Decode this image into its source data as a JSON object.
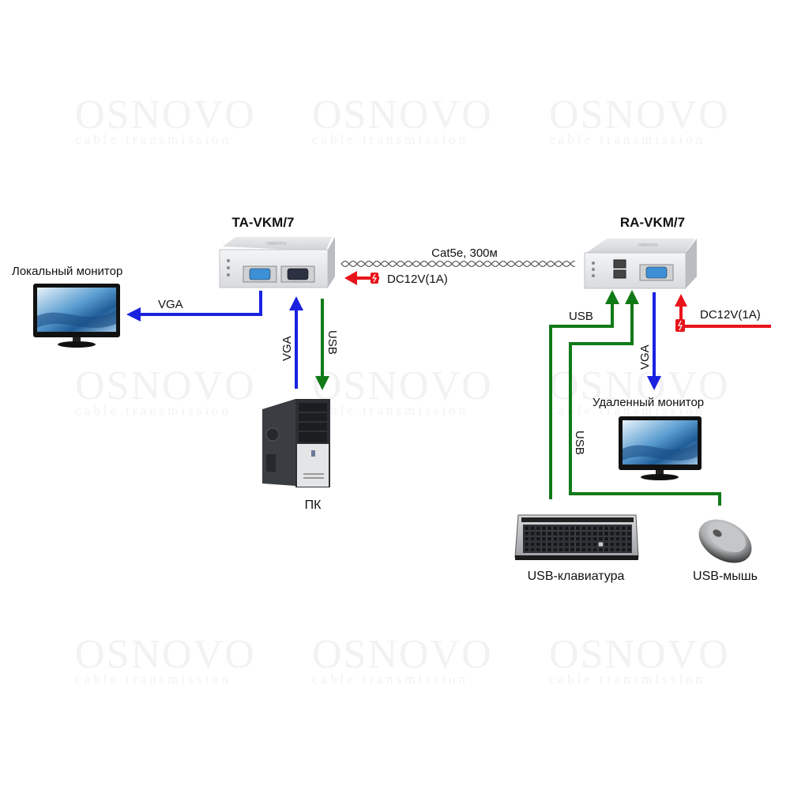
{
  "watermark": {
    "brand": "OSNOVO",
    "tagline": "cable transmission"
  },
  "devices": {
    "transmitter": {
      "title": "TA-VKM/7",
      "brand_plate": "OSNOVO"
    },
    "receiver": {
      "title": "RA-VKM/7",
      "brand_plate": "OSNOVO"
    },
    "local_monitor": {
      "label": "Локальный монитор"
    },
    "remote_monitor": {
      "label": "Удаленный монитор"
    },
    "pc": {
      "label": "ПК"
    },
    "keyboard": {
      "label": "USB-клавиатура"
    },
    "mouse": {
      "label": "USB-мышь"
    }
  },
  "links": {
    "cable": {
      "label": "Cat5e, 300м"
    },
    "tx_power": {
      "label": "DC12V(1A)"
    },
    "rx_power": {
      "label": "DC12V(1A)"
    },
    "tx_to_local_monitor": {
      "label": "VGA"
    },
    "pc_to_tx_vga": {
      "label": "VGA"
    },
    "tx_to_pc_usb": {
      "label": "USB"
    },
    "rx_usb_keyboard": {
      "label": "USB"
    },
    "rx_usb_mouse": {
      "label": "USB"
    },
    "rx_to_remote_monitor": {
      "label": "VGA"
    }
  },
  "colors": {
    "vga": "#1a22e0",
    "usb": "#117a17",
    "power": "#e8141b"
  }
}
